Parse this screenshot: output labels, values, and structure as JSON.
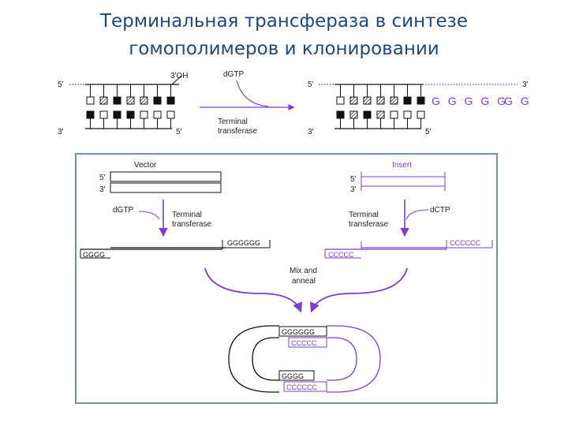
{
  "title": {
    "line1": "Терминальная трансфераза в синтезе",
    "line2": "гомополимеров и клонировании"
  },
  "colors": {
    "title": "#1f497d",
    "purple": "#7b3fd0",
    "frame": "#6d8fb8",
    "ink": "#111111"
  },
  "top": {
    "five_prime": "5'",
    "three_prime": "3'",
    "three_oh": "3'OH",
    "five_prime_right": "5'",
    "dgtp": "dGTP",
    "enzyme_line1": "Terminal",
    "enzyme_line2": "transferase",
    "added_tail": "G G G G G",
    "added_tail_end": "G G",
    "product_five": "5'",
    "product_three_top": "3'",
    "product_three_bottom": "3'",
    "product_five_bottom": "5'"
  },
  "bottom": {
    "vector_label": "Vector",
    "insert_label": "Insert",
    "v_five": "5'",
    "v_three": "3'",
    "i_five": "5'",
    "i_three": "3'",
    "dgtp": "dGTP",
    "dctp": "dCTP",
    "enzyme_line1": "Terminal",
    "enzyme_line2": "transferase",
    "vector_tail_top": "GGGGGG",
    "vector_tail_bottom": "GGGG",
    "insert_tail_top": "CCCCCC",
    "insert_tail_bottom": "CCCCC",
    "mix_line1": "Mix and",
    "mix_line2": "anneal",
    "ring_g6": "GGGGGG",
    "ring_c5": "CCCCC",
    "ring_g4": "GGGG",
    "ring_c6": "CCCCCC"
  }
}
